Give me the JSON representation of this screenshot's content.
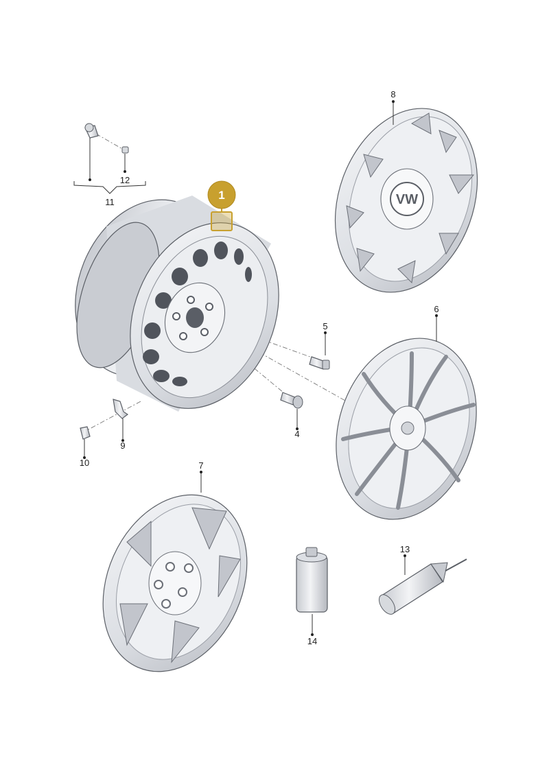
{
  "callouts": {
    "c1": "1",
    "c4": "4",
    "c5": "5",
    "c6": "6",
    "c7": "7",
    "c8": "8",
    "c9": "9",
    "c10": "10",
    "c11": "11",
    "c12": "12",
    "c13": "13",
    "c14": "14"
  },
  "colors": {
    "badge": "#c8a02e",
    "part_fill": "#e4e6ea",
    "part_dark": "#b7bac1",
    "part_outline": "#5b5f66"
  },
  "icons": {
    "badge": "numbered-circle-hotspot",
    "highlight": "highlight-square"
  }
}
